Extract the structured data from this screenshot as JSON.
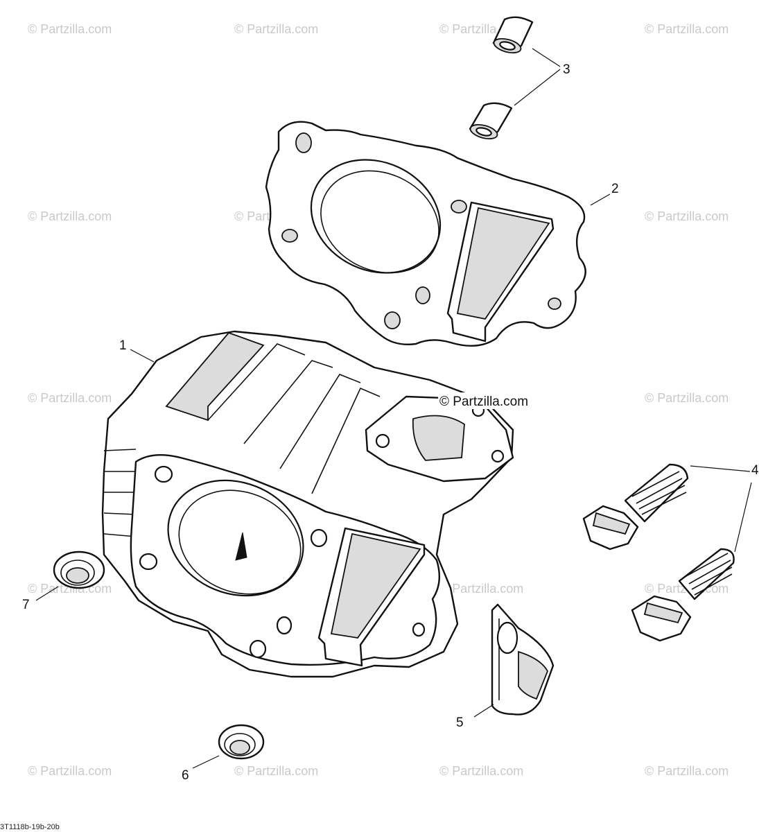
{
  "watermark_text": "© Partzilla.com",
  "center_watermark_text": "© Partzilla.com",
  "diagram_code": "3T1118b-19b-20b",
  "callouts": {
    "part_1": "1",
    "part_2": "2",
    "part_3": "3",
    "part_4": "4",
    "part_5": "5",
    "part_6": "6",
    "part_7": "7"
  }
}
